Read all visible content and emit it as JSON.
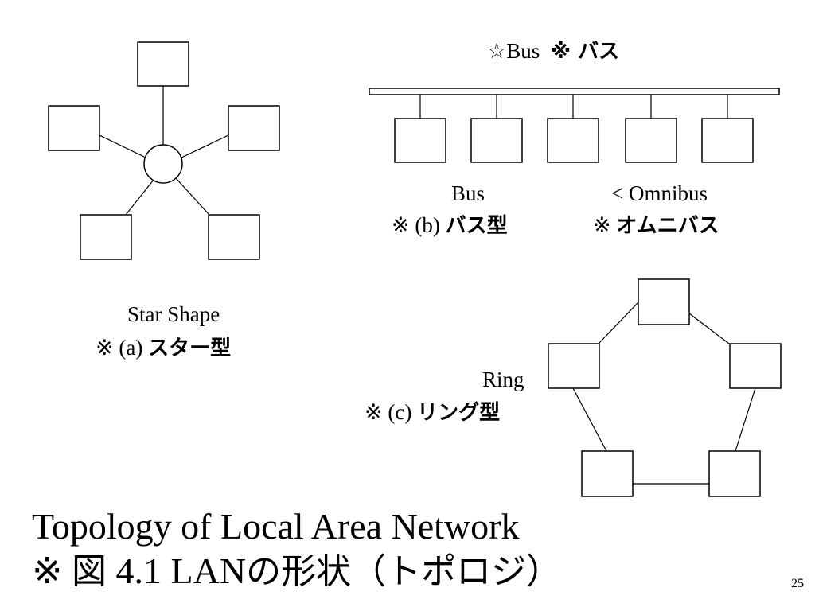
{
  "bus_title": {
    "en": "☆Bus",
    "jp": "※ バス"
  },
  "bus_caption": {
    "line1_left": "Bus",
    "line1_right": "< Omnibus",
    "line2_prefix": "※  (b) ",
    "line2_jp": "バス型",
    "line2_right_prefix": "※ ",
    "line2_right_jp": "オムニバス"
  },
  "star_caption": {
    "line1": "Star Shape",
    "line2_prefix": "※  (a) ",
    "line2_jp": "スター型"
  },
  "ring_caption": {
    "line1": "Ring",
    "line2_prefix": "※ (c) ",
    "line2_jp": "リング型"
  },
  "slide_title": {
    "line1": "Topology of Local Area Network",
    "line2_prefix": "※  ",
    "line2_jp1": "図",
    "line2_num": " 4.1 LAN",
    "line2_jp2": "の形状（トポロジ）"
  },
  "page_number": "25",
  "colors": {
    "ink": "#000000",
    "background": "#ffffff"
  }
}
